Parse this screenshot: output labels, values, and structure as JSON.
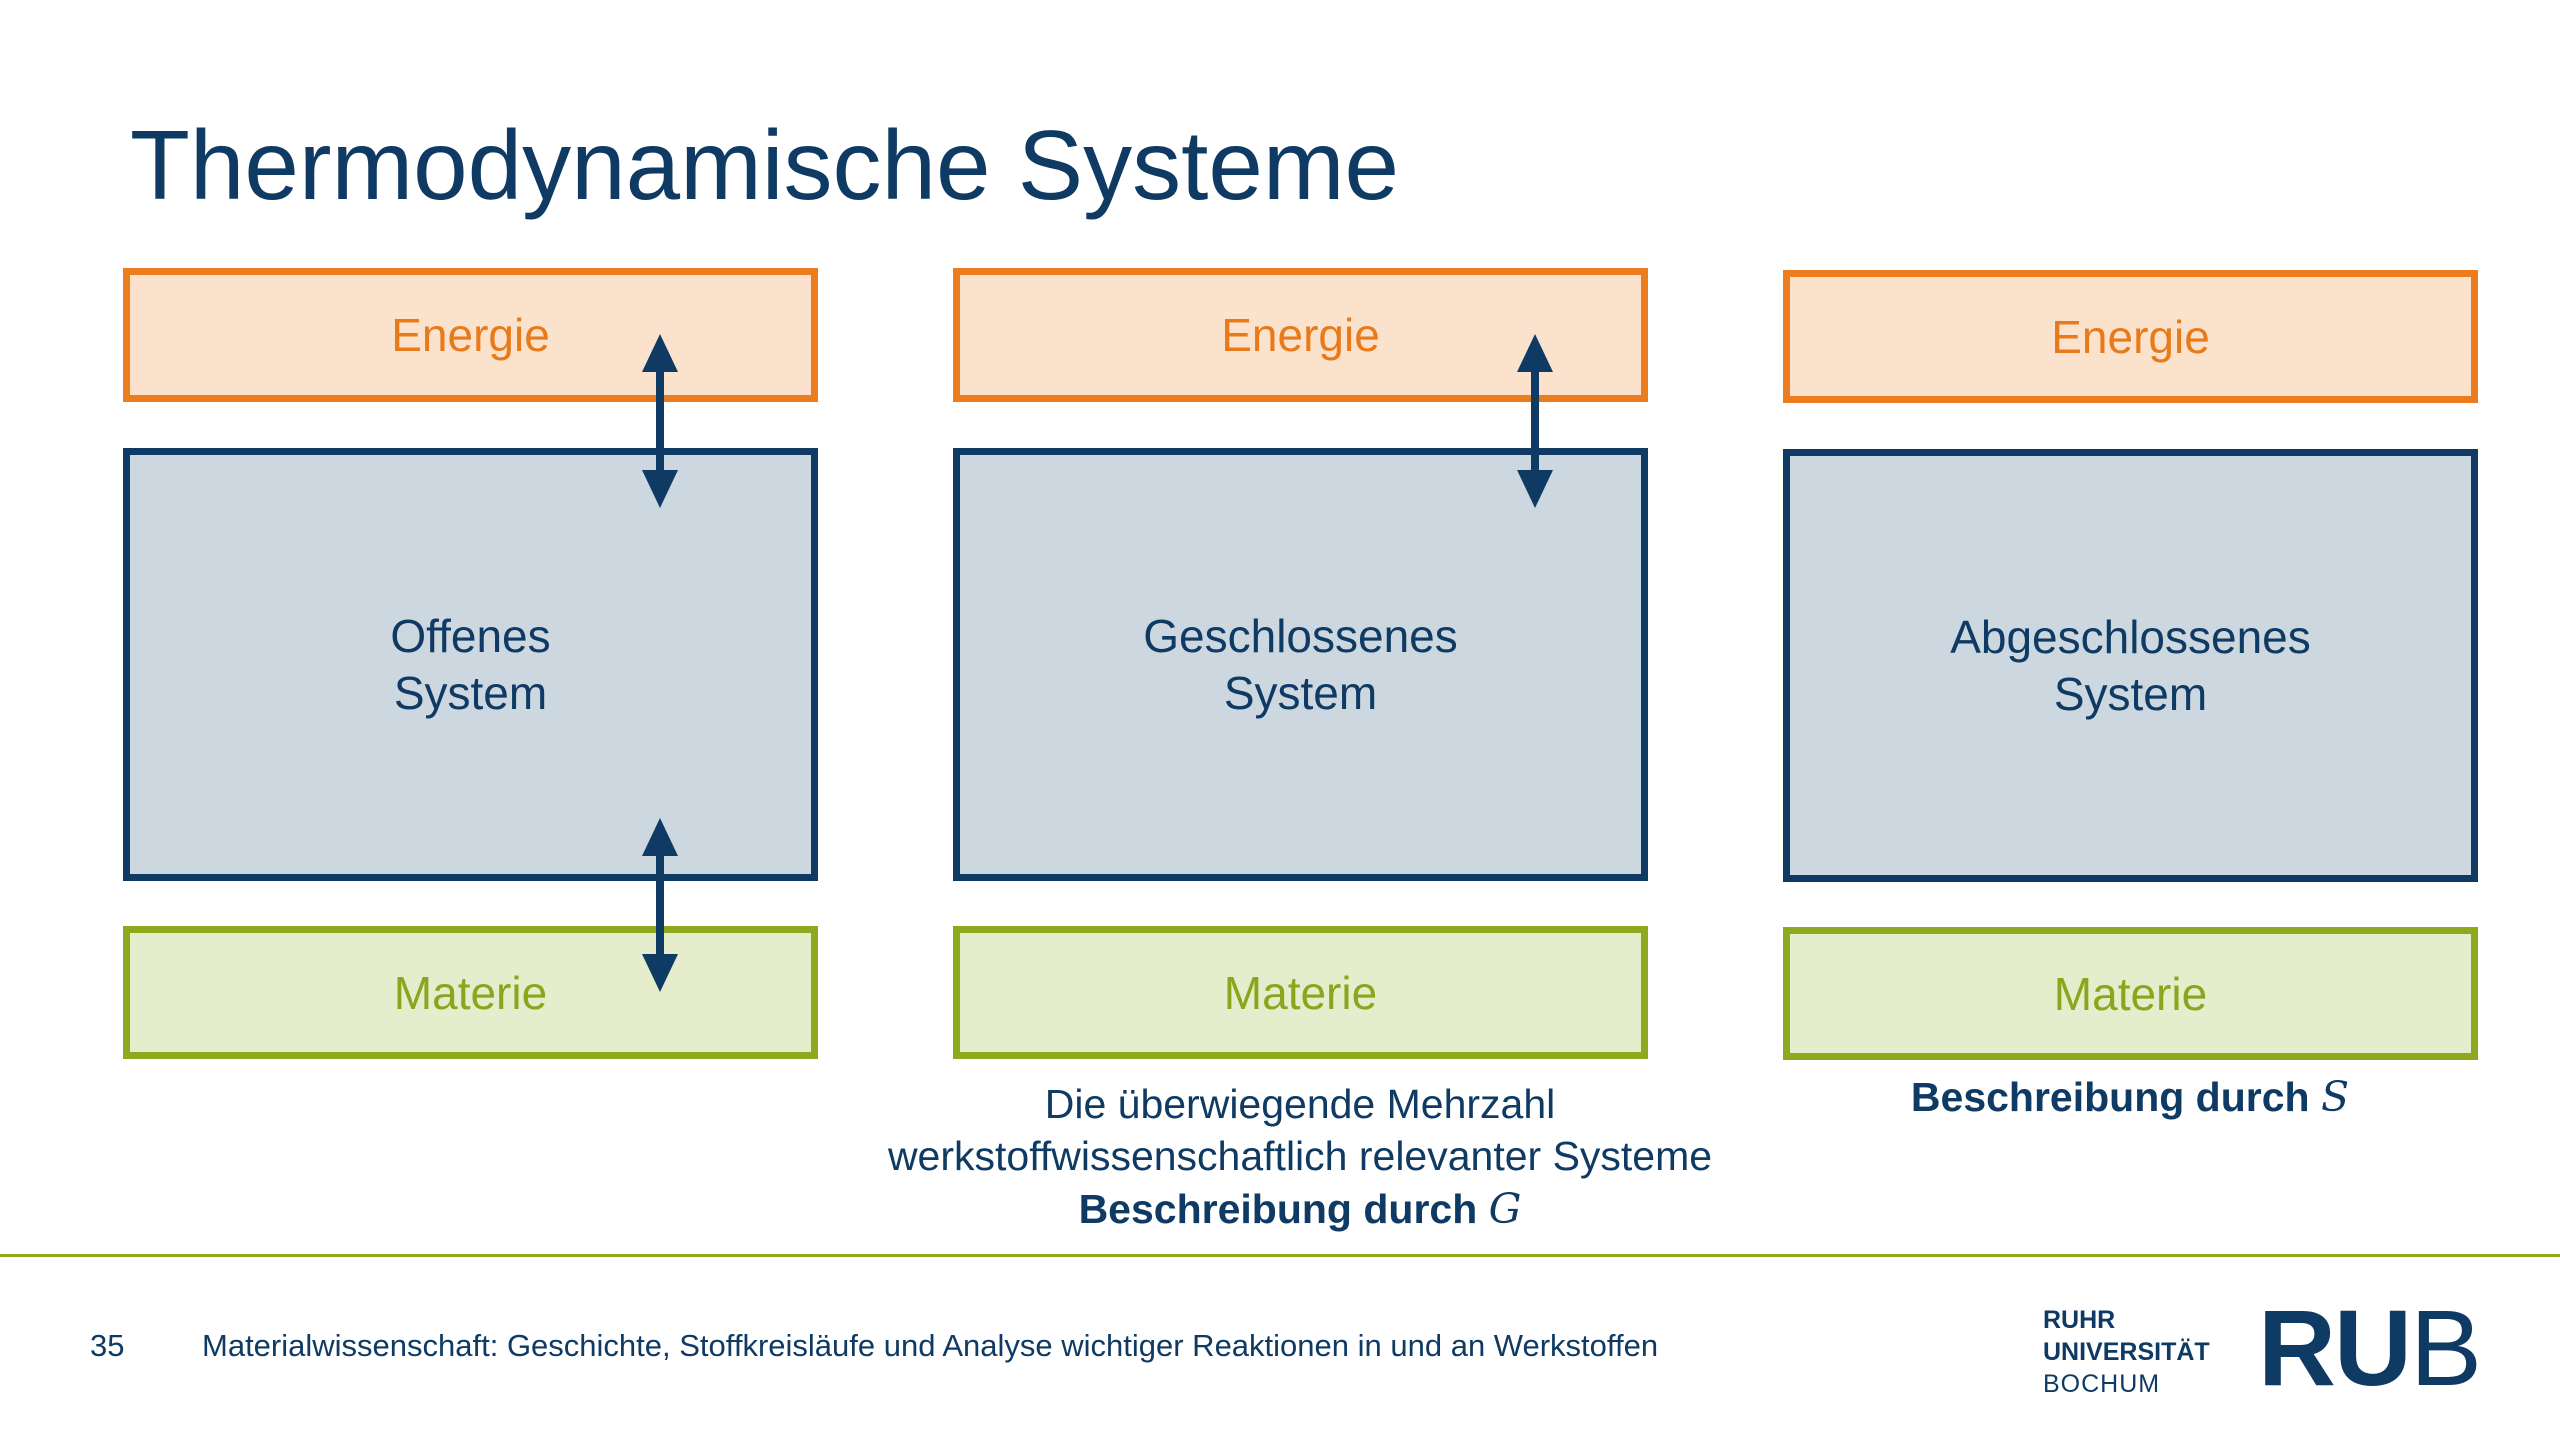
{
  "title": "Thermodynamische Systeme",
  "columns": [
    {
      "energy_label": "Energie",
      "system_label_line1": "Offenes",
      "system_label_line2": "System",
      "matter_label": "Materie"
    },
    {
      "energy_label": "Energie",
      "system_label_line1": "Geschlossenes",
      "system_label_line2": "System",
      "matter_label": "Materie",
      "caption_line1": "Die überwiegende Mehrzahl",
      "caption_line2": "werkstoffwissenschaftlich relevanter Systeme",
      "caption_bold": "Beschreibung durch",
      "caption_symbol": "G"
    },
    {
      "energy_label": "Energie",
      "system_label_line1": "Abgeschlossenes",
      "system_label_line2": "System",
      "matter_label": "Materie",
      "caption_bold": "Beschreibung durch",
      "caption_symbol": "S"
    }
  ],
  "footer": {
    "page_number": "35",
    "course_title": "Materialwissenschaft: Geschichte, Stoffkreisläufe und Analyse wichtiger Reaktionen in und an Werkstoffen"
  },
  "logo": {
    "line1": "RUHR",
    "line2": "UNIVERSITÄT",
    "line3": "BOCHUM",
    "mark_bold": "RU",
    "mark_light": "B"
  },
  "colors": {
    "primary": "#0e3a63",
    "energy_border": "#ec7c1d",
    "energy_fill": "#fbe2cc",
    "system_fill": "#ccd7e0",
    "matter_border": "#8daa1f",
    "matter_fill": "#e5edcd"
  }
}
